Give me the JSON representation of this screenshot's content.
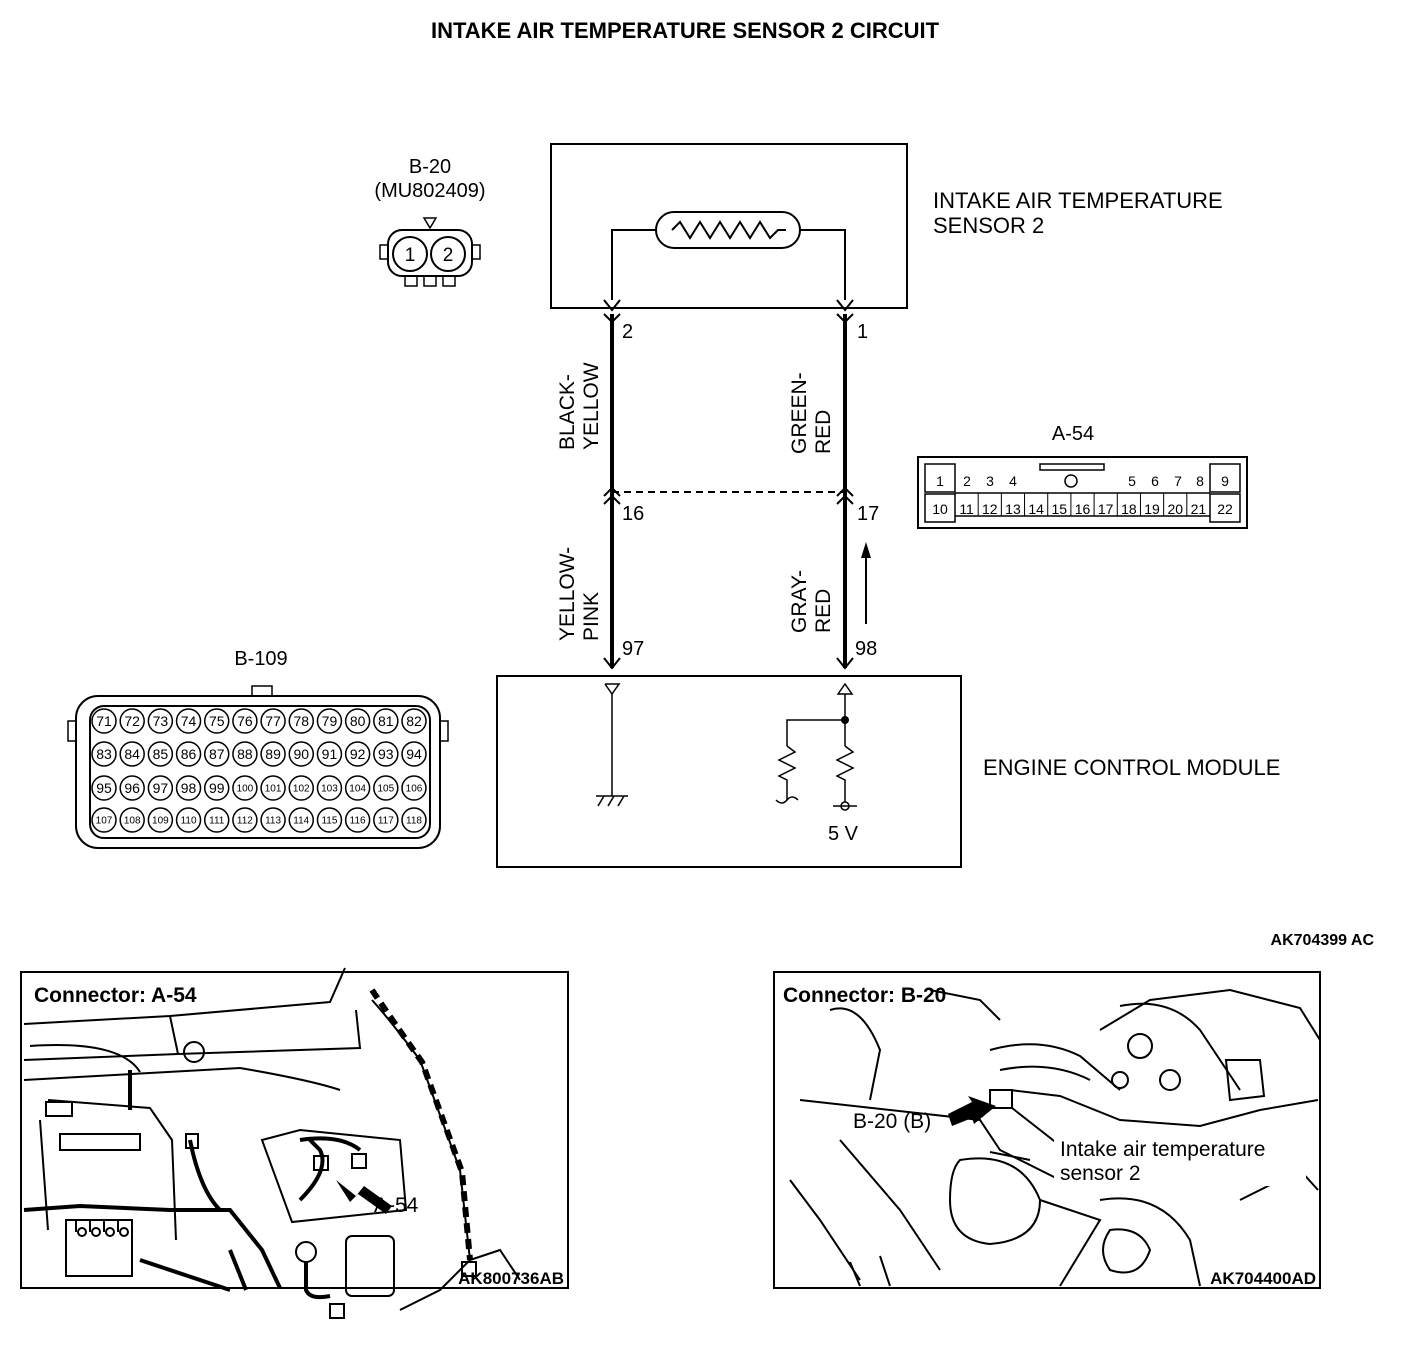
{
  "title": "INTAKE AIR TEMPERATURE SENSOR 2 CIRCUIT",
  "figure_code": "AK704399 AC",
  "sensor_connector": {
    "name": "B-20",
    "part": "(MU802409)",
    "pins": [
      "1",
      "2"
    ]
  },
  "sensor_label": [
    "INTAKE AIR TEMPERATURE",
    "SENSOR 2"
  ],
  "ecm_label": "ENGINE CONTROL MODULE",
  "ecm_voltage": "5 V",
  "wires": {
    "left": {
      "sensor_pin": "2",
      "upper_color": [
        "BLACK-",
        "YELLOW"
      ],
      "junction_pin": "16",
      "lower_color": [
        "YELLOW-",
        "PINK"
      ],
      "ecm_pin": "97"
    },
    "right": {
      "sensor_pin": "1",
      "upper_color": [
        "GREEN-",
        "RED"
      ],
      "junction_pin": "17",
      "lower_color": [
        "GRAY-",
        "RED"
      ],
      "ecm_pin": "98"
    }
  },
  "connector_a54": {
    "name": "A-54",
    "top_row": [
      "1",
      "2",
      "3",
      "4",
      "5",
      "6",
      "7",
      "8",
      "9"
    ],
    "bottom_row": [
      "10",
      "11",
      "12",
      "13",
      "14",
      "15",
      "16",
      "17",
      "18",
      "19",
      "20",
      "21",
      "22"
    ]
  },
  "connector_b109": {
    "name": "B-109",
    "rows": [
      [
        "71",
        "72",
        "73",
        "74",
        "75",
        "76",
        "77",
        "78",
        "79",
        "80",
        "81",
        "82"
      ],
      [
        "83",
        "84",
        "85",
        "86",
        "87",
        "88",
        "89",
        "90",
        "91",
        "92",
        "93",
        "94"
      ],
      [
        "95",
        "96",
        "97",
        "98",
        "99",
        "100",
        "101",
        "102",
        "103",
        "104",
        "105",
        "106"
      ],
      [
        "107",
        "108",
        "109",
        "110",
        "111",
        "112",
        "113",
        "114",
        "115",
        "116",
        "117",
        "118"
      ]
    ]
  },
  "photo_left": {
    "title": "Connector: A-54",
    "callout": "A-54",
    "code": "AK800736AB"
  },
  "photo_right": {
    "title": "Connector: B-20",
    "callout": "B-20 (B)",
    "desc": [
      "Intake air temperature",
      "sensor 2"
    ],
    "code": "AK704400AD"
  }
}
